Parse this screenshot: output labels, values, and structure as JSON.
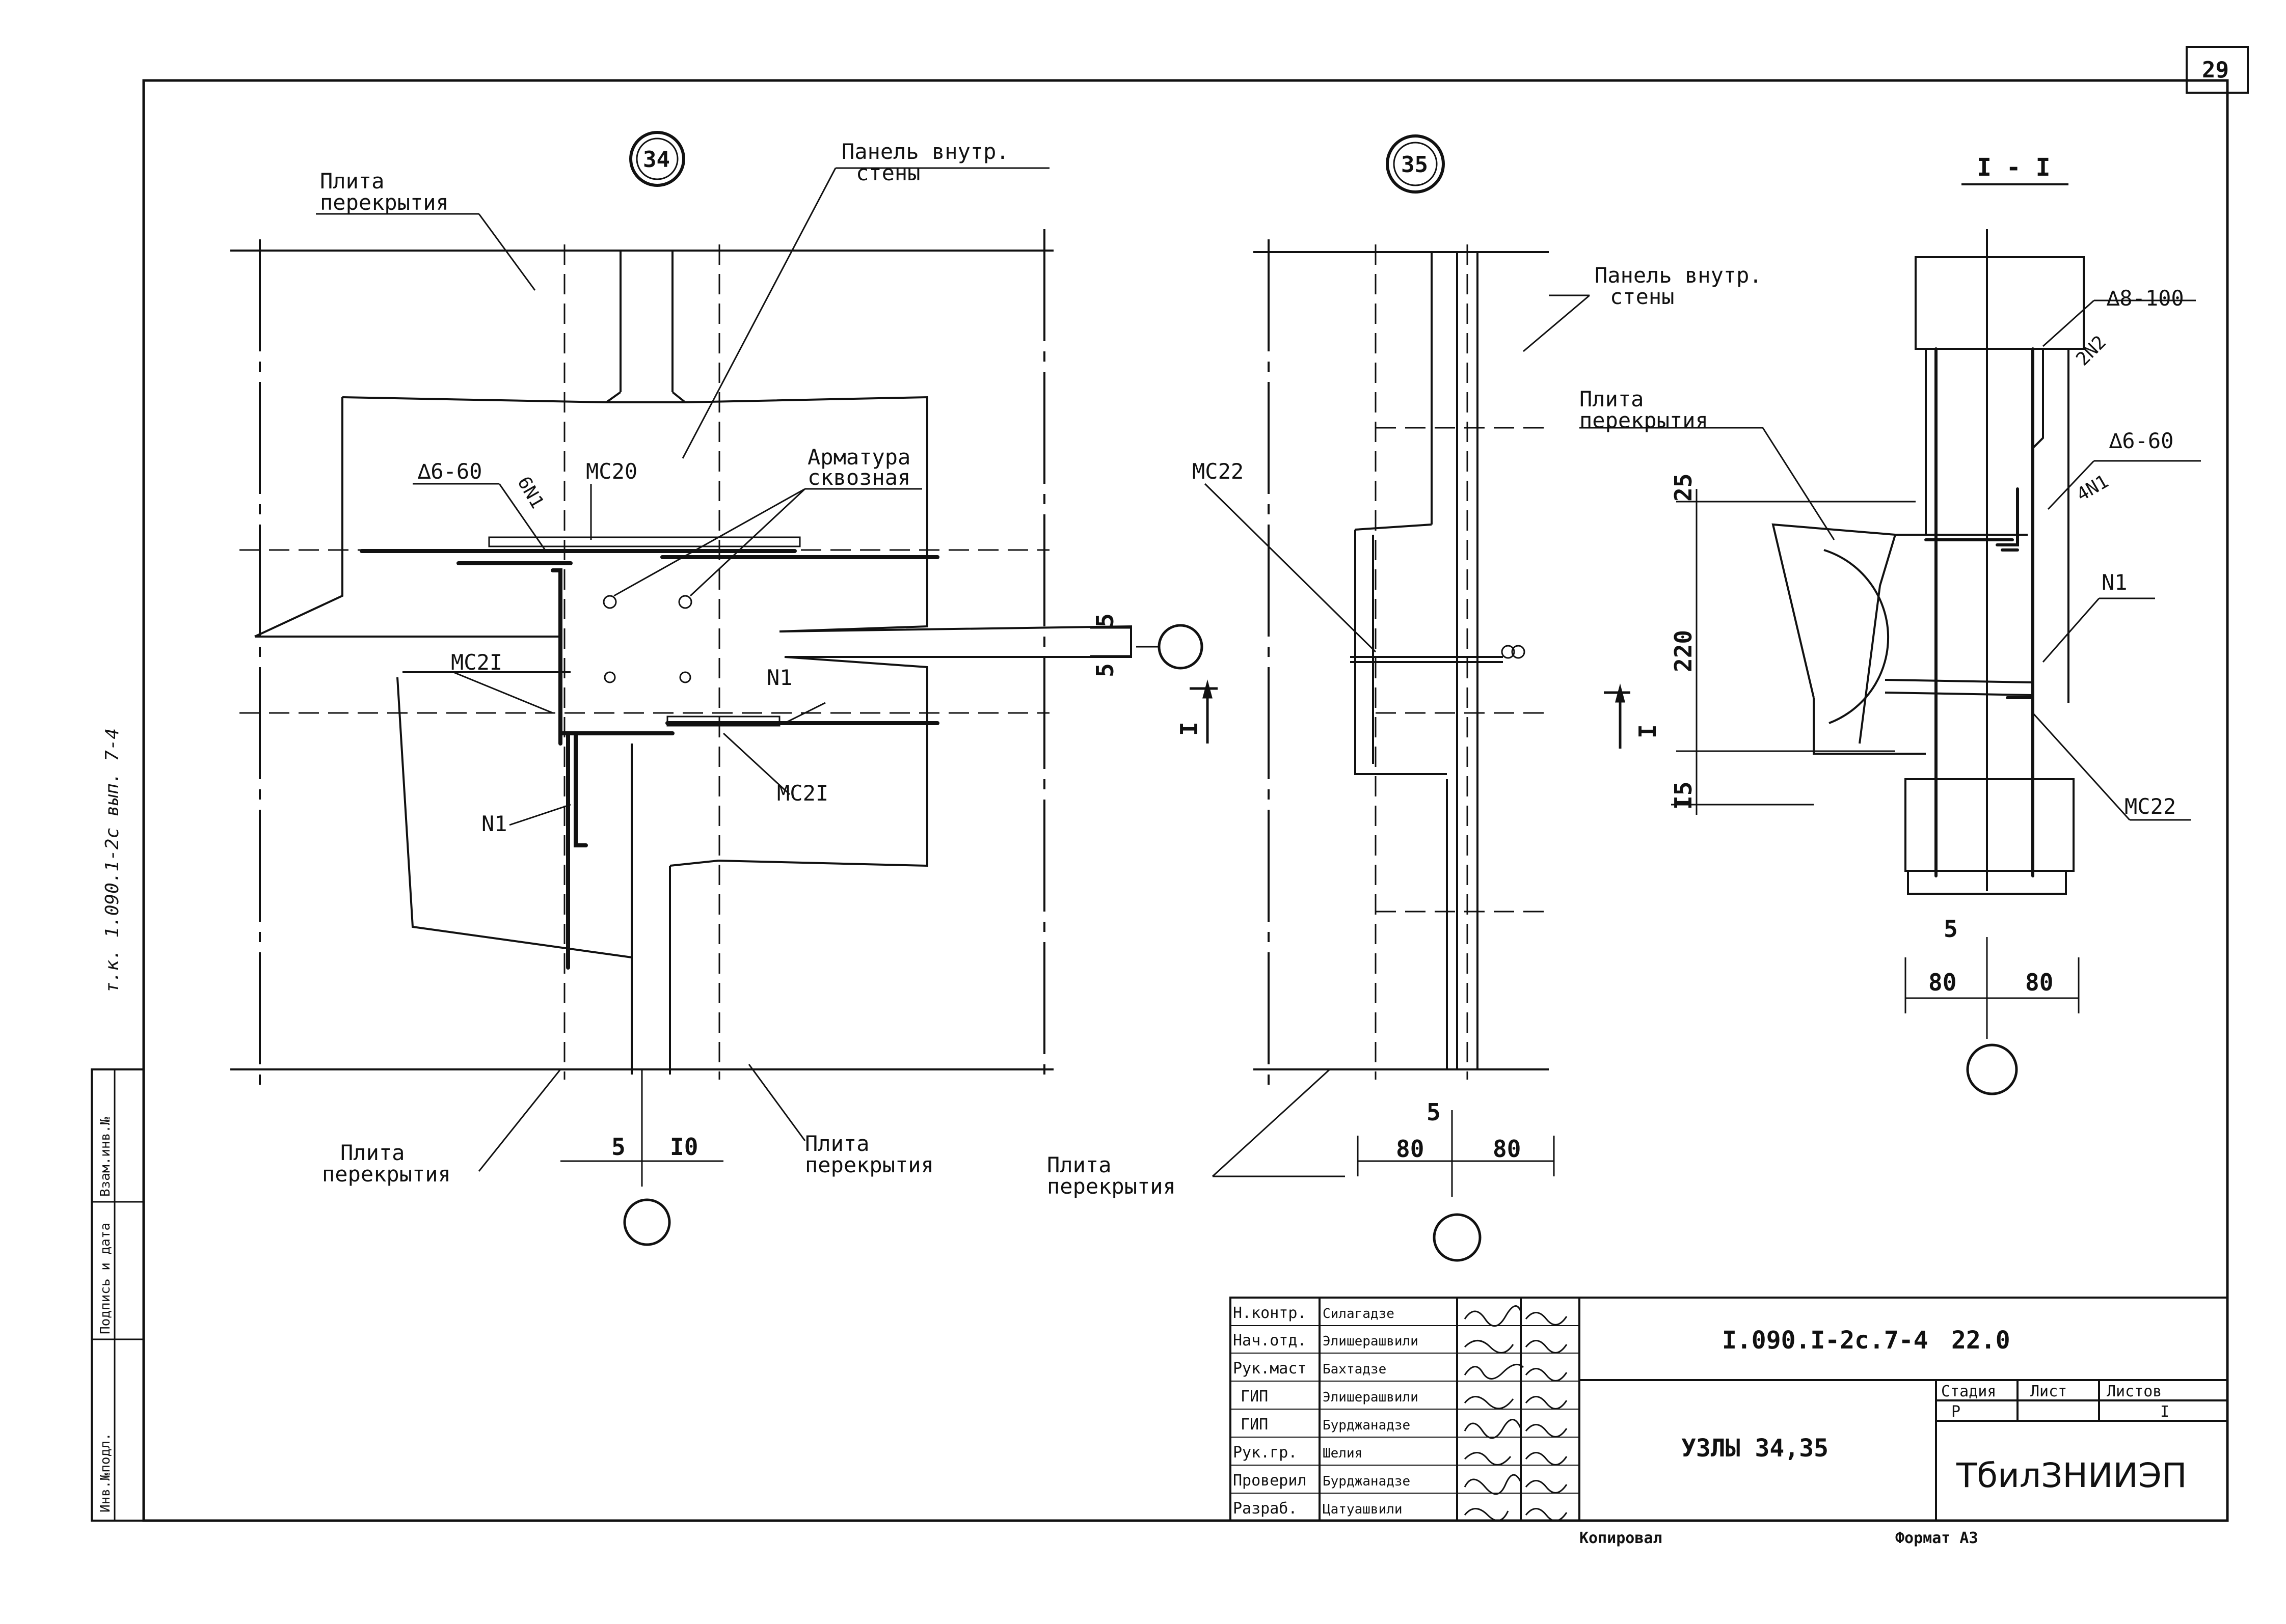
{
  "sheet": {
    "page_number": "29",
    "side_code": "т.к. 1.090.1-2с вып. 7-4",
    "side_stamp": [
      "Инв.№подл.",
      "Подпись и дата",
      "Взам.инв.№"
    ],
    "footer": {
      "copy": "Копировал",
      "format": "Формат А3"
    }
  },
  "node34": {
    "marker": "34",
    "labels": {
      "slab_top": [
        "Плита",
        "перекрытия"
      ],
      "panel": [
        "Панель внутр.",
        "стены"
      ],
      "rebar_through": [
        "Арматура",
        "сквозная"
      ],
      "weld": "∆6-60",
      "bars_6n1": "6N1",
      "mc20": "МС20",
      "mc21_left": "МС2I",
      "mc21_right": "МС2I",
      "n1_right": "N1",
      "n1_left": "N1",
      "slab_bottom_left": [
        "Плита",
        "перекрытия"
      ],
      "slab_bottom_right": [
        "Плита",
        "перекрытия"
      ]
    },
    "dims": {
      "right_top": "5",
      "right_bottom": "5",
      "bottom_left": "5",
      "bottom_right": "I0"
    }
  },
  "node35": {
    "marker": "35",
    "labels": {
      "mc22": "МС22",
      "panel": [
        "Панель внутр.",
        "стены"
      ],
      "slab": [
        "Плита",
        "перекрытия"
      ],
      "section_mark": "I"
    },
    "dims": {
      "gap": "5",
      "left": "80",
      "right": "80"
    }
  },
  "section": {
    "title": "I - I",
    "labels": {
      "weld_top": "∆8-100",
      "bars_2n2": "2N2",
      "weld_mid": "∆6-60",
      "bars_4n1": "4N1",
      "slab": [
        "Плита",
        "перекрытия"
      ],
      "n1": "N1",
      "mc22": "МС22",
      "section_mark": "I"
    },
    "dims": {
      "h25": "25",
      "h220": "220",
      "h15": "I5",
      "gap": "5",
      "left": "80",
      "right": "80"
    }
  },
  "title_block": {
    "roles": [
      "Н.контр.",
      "Нач.отд.",
      "Рук.маст",
      "ГИП",
      "ГИП",
      "Рук.гр.",
      "Проверил",
      "Разраб."
    ],
    "names": [
      "Силагадзе",
      "Элишерашвили",
      "Бахтадзе",
      "Элишерашвили",
      "Бурджанадзе",
      "Шелия",
      "Бурджанадзе",
      "Цатуашвили"
    ],
    "doc_code": "I.090.I-2с.7-4",
    "doc_extra": "22.0",
    "sheet_title": "УЗЛЫ 34,35",
    "stage_label": "Стадия",
    "sheet_label": "Лист",
    "sheets_label": "Листов",
    "stage_value": "Р",
    "sheets_value": "I",
    "organization": "ТбилЗНИИЭП"
  }
}
